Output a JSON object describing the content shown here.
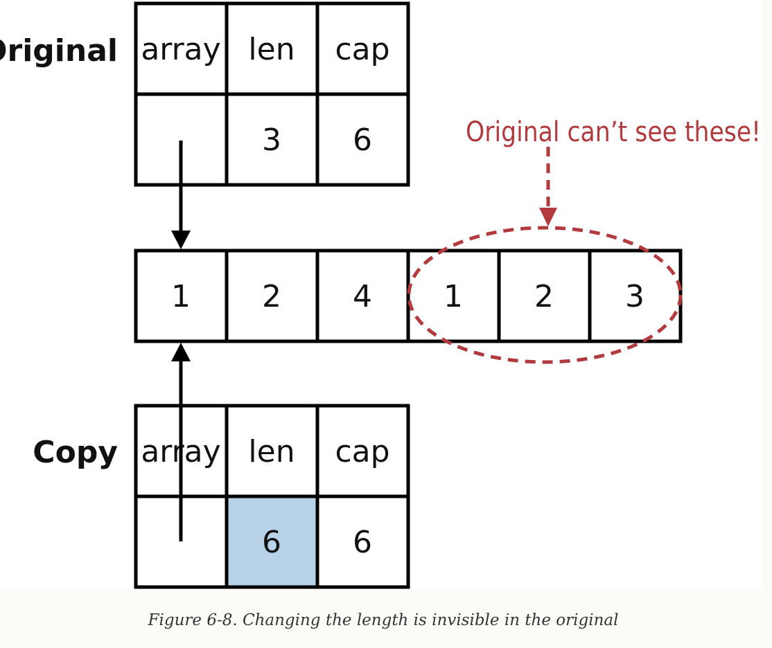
{
  "original": {
    "label": "Original",
    "headers": [
      "array",
      "len",
      "cap"
    ],
    "values": [
      "",
      "3",
      "6"
    ]
  },
  "copy": {
    "label": "Copy",
    "headers": [
      "array",
      "len",
      "cap"
    ],
    "values": [
      "",
      "6",
      "6"
    ],
    "highlight_color": "#b8d3e8"
  },
  "backing_array": [
    "1",
    "2",
    "4",
    "1",
    "2",
    "3"
  ],
  "annotation": {
    "text": "Original can’t see these!",
    "color": "#b03a3e"
  },
  "caption": "Figure 6-8. Changing the length is invisible in the original"
}
